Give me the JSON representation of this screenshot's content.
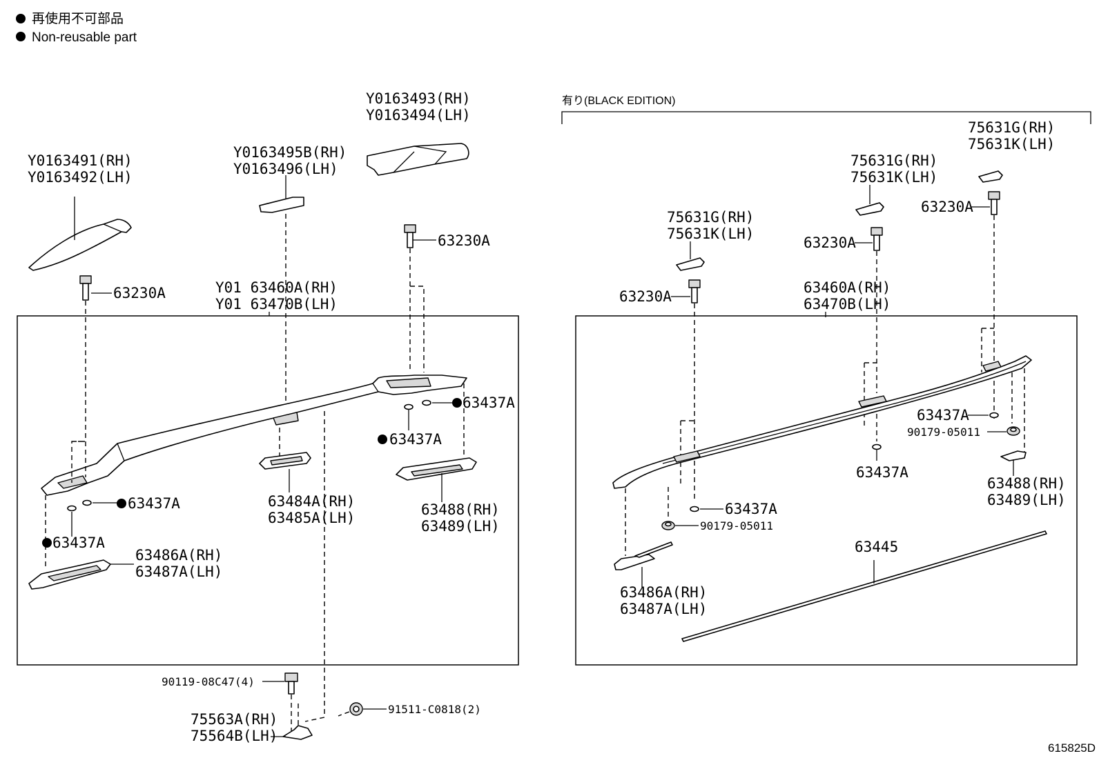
{
  "legend": {
    "jp": "再使用不可部品",
    "en": "Non-reusable part"
  },
  "black_edition_label": "有り(BLACK EDITION)",
  "figure_code": "615825D",
  "left": {
    "cover_front_rh": "Y0163491(RH)",
    "cover_front_lh": "Y0163492(LH)",
    "cover_mid_rh": "Y0163495B(RH)",
    "cover_mid_lh": "Y0163496(LH)",
    "cover_rear_rh": "Y0163493(RH)",
    "cover_rear_lh": "Y0163494(LH)",
    "screw_front": "63230A",
    "screw_rear": "63230A",
    "rail_rh": "Y01 63460A(RH)",
    "rail_lh": "Y01 63470B(LH)",
    "washer_front_a": "63437A",
    "washer_front_b": "63437A",
    "washer_rear_a": "63437A",
    "washer_rear_b": "63437A",
    "support_mid_rh": "63484A(RH)",
    "support_mid_lh": "63485A(LH)",
    "support_rear_rh": "63488(RH)",
    "support_rear_lh": "63489(LH)",
    "support_front_rh": "63486A(RH)",
    "support_front_lh": "63487A(LH)",
    "bolt": "90119-08C47(4)",
    "bracket_rh": "75563A(RH)",
    "bracket_lh": "75564B(LH)",
    "nut": "91511-C0818(2)"
  },
  "right": {
    "cap_a_rh": "75631G(RH)",
    "cap_a_lh": "75631K(LH)",
    "cap_b_rh": "75631G(RH)",
    "cap_b_lh": "75631K(LH)",
    "cap_c_rh": "75631G(RH)",
    "cap_c_lh": "75631K(LH)",
    "screw_a": "63230A",
    "screw_b": "63230A",
    "screw_c": "63230A",
    "rail_rh": "63460A(RH)",
    "rail_lh": "63470B(LH)",
    "washer_rear": "63437A",
    "clip_rear": "90179-05011",
    "washer_mid": "63437A",
    "washer_front": "63437A",
    "clip_front": "90179-05011",
    "support_rear_rh": "63488(RH)",
    "support_rear_lh": "63489(LH)",
    "molding": "63445",
    "support_front_rh": "63486A(RH)",
    "support_front_lh": "63487A(LH)"
  }
}
